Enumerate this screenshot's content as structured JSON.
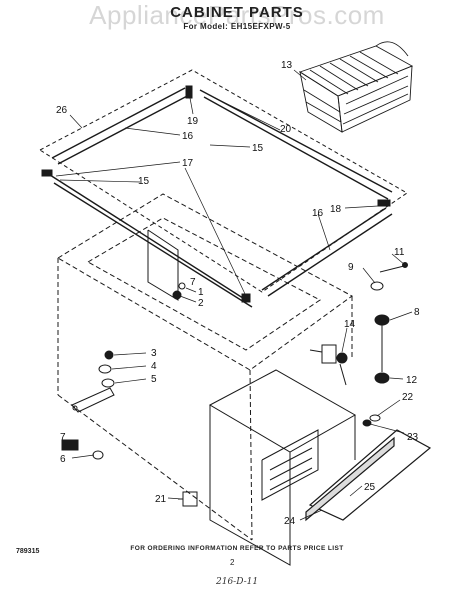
{
  "header": {
    "watermark": "AppliancePartsPros.com",
    "title": "CABINET PARTS",
    "model": "For Model: EH15EFXPW-5"
  },
  "callouts": [
    "13",
    "26",
    "19",
    "20",
    "16",
    "15",
    "17",
    "15",
    "18",
    "16",
    "11",
    "9",
    "8",
    "7",
    "1",
    "2",
    "14",
    "3",
    "4",
    "5",
    "12",
    "22",
    "23",
    "25",
    "21",
    "24",
    "7",
    "6"
  ],
  "footer": {
    "code": "789315",
    "note": "FOR ORDERING INFORMATION REFER TO PARTS PRICE LIST",
    "page": "2",
    "handwritten": "216-D-11"
  }
}
